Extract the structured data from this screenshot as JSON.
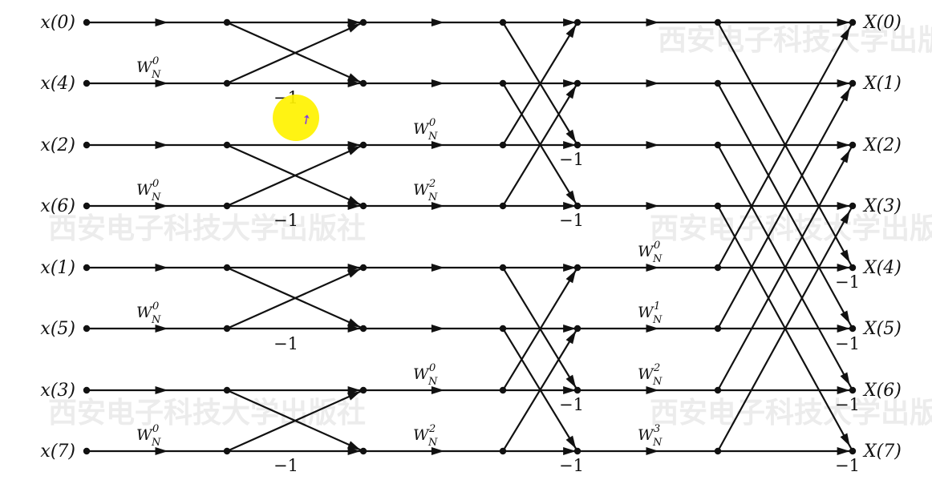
{
  "inputs": [
    "x(0)",
    "x(4)",
    "x(2)",
    "x(6)",
    "x(1)",
    "x(5)",
    "x(3)",
    "x(7)"
  ],
  "outputs": [
    "X(0)",
    "X(1)",
    "X(2)",
    "X(3)",
    "X(4)",
    "X(5)",
    "X(6)",
    "X(7)"
  ],
  "twiddle_base": "W",
  "twiddle_sub": "N",
  "stage1_twiddle_exp": [
    "0",
    "0",
    "0",
    "0"
  ],
  "stage2_twiddle_exp": [
    "0",
    "2",
    "0",
    "2"
  ],
  "stage3_twiddle_exp": [
    "0",
    "1",
    "2",
    "3"
  ],
  "minus_one": "−1",
  "watermark": "西安电子科技大学出版社",
  "highlight_color": "#fff200"
}
